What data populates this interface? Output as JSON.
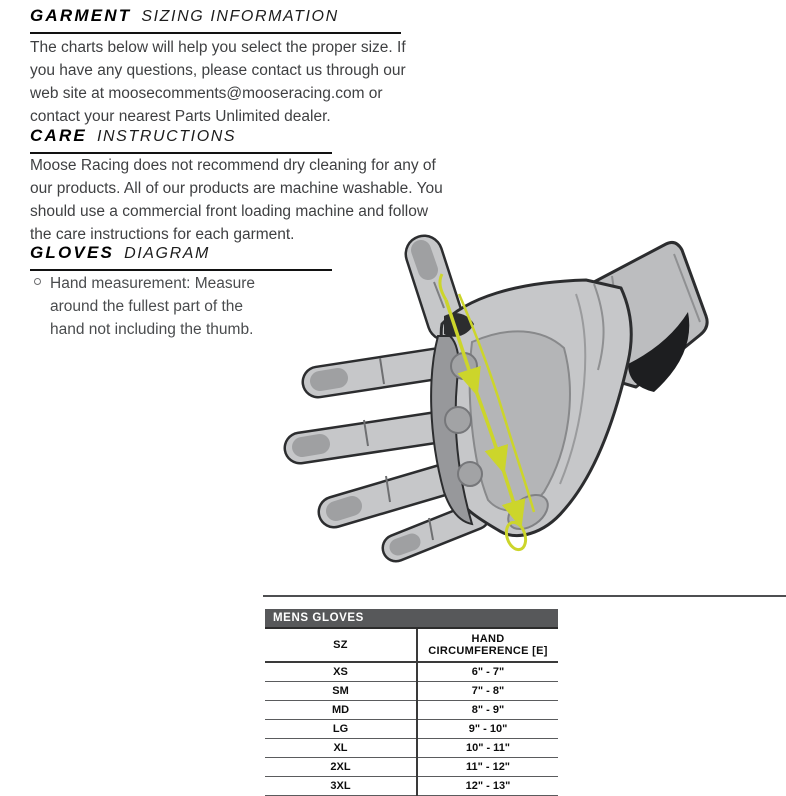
{
  "sections": {
    "garment": {
      "title_strong": "GARMENT",
      "title_light": "SIZING INFORMATION",
      "body": "The charts below will help you select the proper size. If you have any questions, please contact us through our web site at moosecomments@mooseracing.com or contact your nearest Parts Unlimited dealer."
    },
    "care": {
      "title_strong": "CARE",
      "title_light": "INSTRUCTIONS",
      "body": "Moose Racing does not recommend dry cleaning for any of our products. All of our products are machine washable. You should use a commercial front loading machine and follow the care instructions for each garment."
    },
    "gloves": {
      "title_strong": "GLOVES",
      "title_light": "DIAGRAM",
      "bullet": "Hand measurement: Measure around the fullest part of the hand not including the thumb."
    }
  },
  "diagram": {
    "name": "glove-measurement-diagram",
    "measure_color": "#ccd52b"
  },
  "table": {
    "title": "MENS GLOVES",
    "columns": [
      "SZ",
      "HAND CIRCUMFERENCE [E]"
    ],
    "rows": [
      [
        "XS",
        "6\" - 7\""
      ],
      [
        "SM",
        "7\" - 8\""
      ],
      [
        "MD",
        "8\" - 9\""
      ],
      [
        "LG",
        "9\" - 10\""
      ],
      [
        "XL",
        "10\" - 11\""
      ],
      [
        "2XL",
        "11\" - 12\""
      ],
      [
        "3XL",
        "12\" - 13\""
      ]
    ]
  },
  "colors": {
    "heading": "#000000",
    "body_text": "#3f4042",
    "table_title_bg": "#57585a",
    "table_title_text": "#ffffff",
    "accent_yellow": "#ccd52b"
  }
}
